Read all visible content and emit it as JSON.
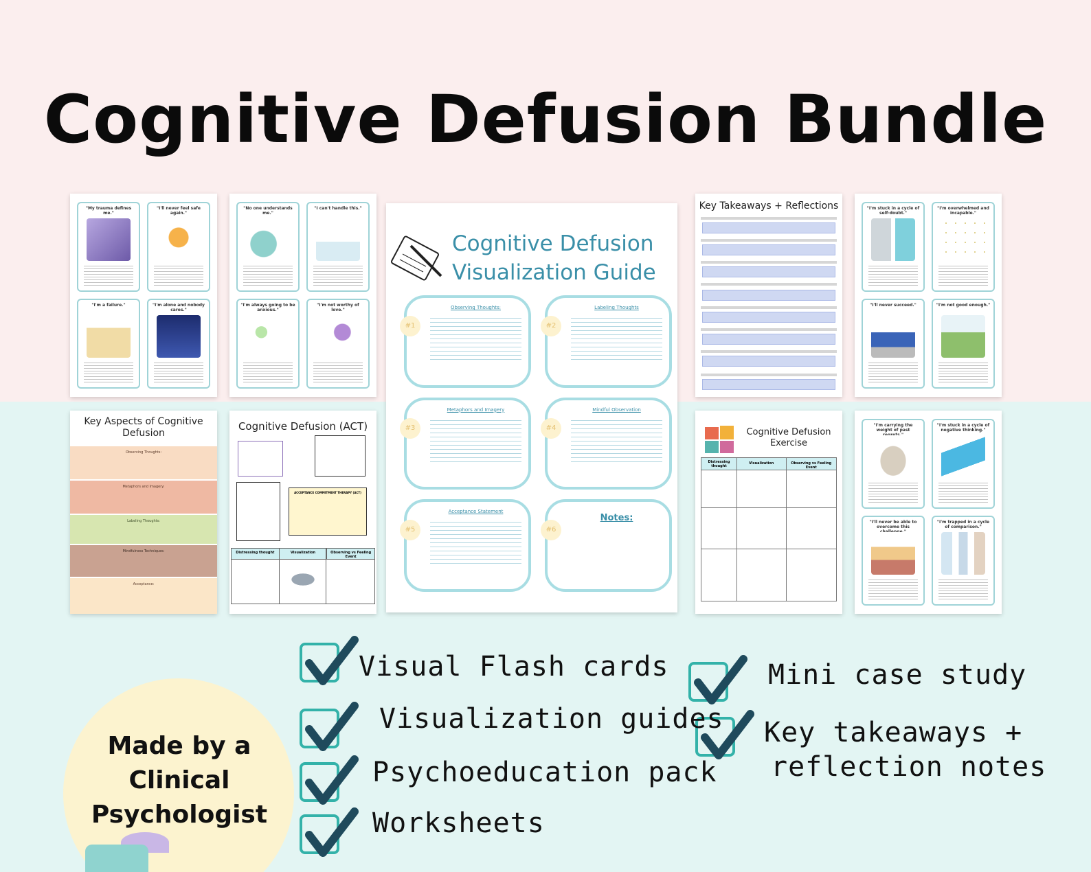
{
  "title": "Cognitive Defusion Bundle",
  "colors": {
    "top_bg": "#fbeeee",
    "bottom_bg": "#e3f5f3",
    "accent_teal": "#3a8fa8",
    "check_teal": "#33b2a9",
    "badge_bg": "#fcf3cf"
  },
  "previews": {
    "flashcards_1": {
      "cards": [
        "\"My trauma defines me.\"",
        "\"I'll never feel safe again.\"",
        "\"I'm a failure.\"",
        "\"I'm alone and nobody cares.\""
      ]
    },
    "flashcards_2": {
      "cards": [
        "\"No one understands me.\"",
        "\"I can't handle this.\"",
        "\"I'm always going to be anxious.\"",
        "\"I'm not worthy of love.\""
      ]
    },
    "guide": {
      "title_line1": "Cognitive Defusion",
      "title_line2": "Visualization Guide",
      "sections": [
        {
          "num": "#1",
          "heading": "Observing Thoughts:"
        },
        {
          "num": "#2",
          "heading": "Labeling Thoughts"
        },
        {
          "num": "#3",
          "heading": "Metaphors and Imagery"
        },
        {
          "num": "#4",
          "heading": "Mindful Observation"
        },
        {
          "num": "#5",
          "heading": "Acceptance Statement"
        },
        {
          "num": "#6",
          "heading": "Notes:"
        }
      ]
    },
    "takeaways": {
      "title": "Key Takeaways + Reflections"
    },
    "flashcards_3": {
      "cards": [
        "\"I'm stuck in a cycle of self-doubt.\"",
        "\"I'm overwhelmed and incapable.\"",
        "\"I'll never succeed.\"",
        "\"I'm not good enough.\""
      ]
    },
    "key_aspects": {
      "title": "Key Aspects of Cognitive Defusion",
      "bands": [
        "Observing Thoughts:",
        "Metaphors and Imagery:",
        "Labeling Thoughts:",
        "Mindfulness Techniques:",
        "Acceptance:"
      ]
    },
    "act": {
      "title": "Cognitive Defusion (ACT)",
      "headers": [
        "Distressing thought",
        "Visualization",
        "Observing vs Feeling Event"
      ],
      "note": "ACCEPTANCE COMMITMENT THERAPY (ACT)"
    },
    "exercise": {
      "title": "Cognitive Defusion Exercise",
      "headers": [
        "Distressing thought",
        "Visualization",
        "Observing vs Feeling Event"
      ]
    },
    "flashcards_4": {
      "cards": [
        "\"I'm carrying the weight of past regrets.\"",
        "\"I'm stuck in a cycle of negative thinking.\"",
        "\"I'll never be able to overcome this challenge.\"",
        "\"I'm trapped in a cycle of comparison.\""
      ]
    }
  },
  "features": {
    "left": [
      "Visual Flash cards",
      "Visualization guides",
      "Psychoeducation pack",
      "Worksheets"
    ],
    "right": [
      "Mini case study",
      "Key takeaways +",
      "reflection notes"
    ]
  },
  "badge": {
    "line1": "Made by a",
    "line2": "Clinical",
    "line3": "Psychologist"
  }
}
